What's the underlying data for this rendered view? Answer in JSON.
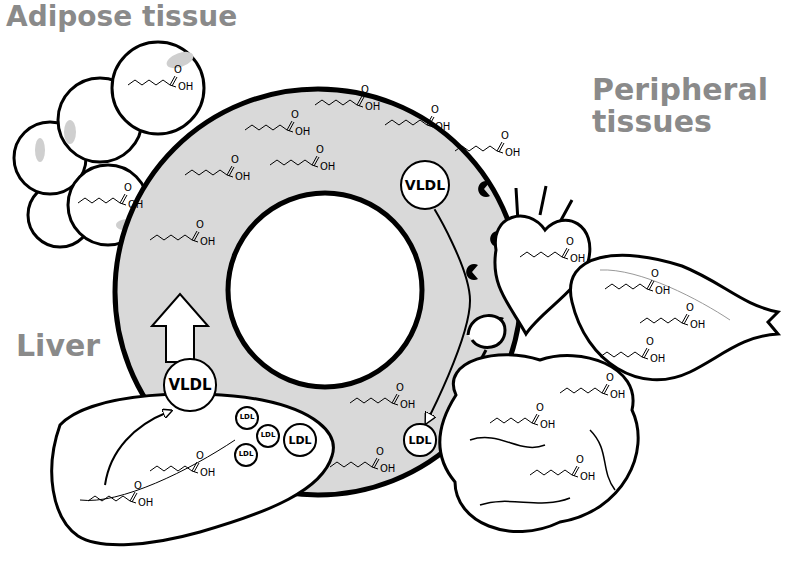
{
  "diagram": {
    "nodes": [
      {
        "text": [
          "VLDL"
        ]
      },
      {
        "text": [
          "VLDL"
        ]
      },
      {
        "text": [
          "LDL"
        ]
      },
      {
        "text": [
          "LDL"
        ]
      },
      {
        "text": [
          "LDL"
        ]
      },
      {
        "text": [
          "LDL"
        ]
      },
      {
        "text": [
          "LDL"
        ]
      }
    ],
    "edges": [
      {
        "from": 0,
        "to": 6,
        "arrow": "to"
      }
    ],
    "labels": [
      "Adipose tissue",
      "Peripheral tissues",
      "Liver",
      "O",
      "OH",
      "O",
      "OH",
      "O",
      "OH",
      "O",
      "OH",
      "O",
      "OH",
      "O",
      "OH",
      "O",
      "OH",
      "O",
      "OH",
      "O",
      "OH",
      "O",
      "OH",
      "O",
      "OH",
      "O",
      "OH",
      "O",
      "OH",
      "O",
      "OH",
      "O",
      "OH",
      "O",
      "OH",
      "O",
      "OH",
      "O",
      "OH",
      "O",
      "OH",
      "O",
      "OH"
    ]
  }
}
